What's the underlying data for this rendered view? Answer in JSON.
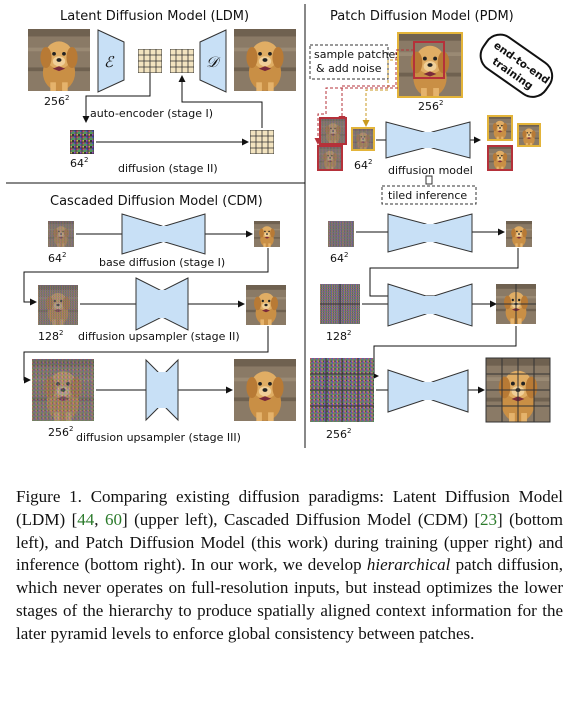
{
  "panels": {
    "ldm": {
      "title": "Latent Diffusion Model (LDM)",
      "encoder_symbol": "ℰ",
      "decoder_symbol": "𝒟",
      "res_256": "256",
      "res_64": "64",
      "autoencoder_label": "auto-encoder (stage I)",
      "diffusion_label": "diffusion (stage II)"
    },
    "pdm": {
      "title": "Patch Diffusion Model (PDM)",
      "sample_label_1": "sample patches",
      "sample_label_2": "& add noise",
      "res_256": "256",
      "res_64": "64",
      "diffusion_label": "diffusion model",
      "badge_1": "end-to-end",
      "badge_2": "training",
      "tiled_label": "tiled inference",
      "res_64b": "64",
      "res_128": "128",
      "res_256b": "256"
    },
    "cdm": {
      "title": "Cascaded Diffusion Model (CDM)",
      "res_64": "64",
      "res_128": "128",
      "res_256": "256",
      "stage1_label": "base diffusion (stage I)",
      "stage2_label": "diffusion upsampler (stage II)",
      "stage3_label": "diffusion upsampler (stage III)"
    },
    "superscript": "2"
  },
  "caption": {
    "fig_label": "Figure 1.",
    "text_1": " Comparing existing diffusion paradigms: Latent Diffusion Model (LDM) [",
    "cite_1": "44",
    "sep_1": ", ",
    "cite_2": "60",
    "text_2": "] (upper left), Cascaded Diffusion Model (CDM) [",
    "cite_3": "23",
    "text_3": "] (bottom left), and Patch Diffusion Model (this work) during training (upper right) and inference (bottom right). In our work, we develop ",
    "emph": "hierarchical",
    "text_4": " patch diffusion, which never operates on full-resolution inputs, but instead optimizes the lower stages of the hierarchy to produce spatially aligned context information for the later pyramid levels to enforce global consistency between patches."
  },
  "colors": {
    "network_fill": "#c8e0f6",
    "network_stroke": "#3a3a3a",
    "dog_fur": "#d9a55a",
    "background_wood": "#7a6a55",
    "latent_grid": "#f2e3bf",
    "patch_border_red": "#b5313a",
    "patch_border_yellow": "#e3b43a",
    "citation_green": "#2a7a2a"
  }
}
